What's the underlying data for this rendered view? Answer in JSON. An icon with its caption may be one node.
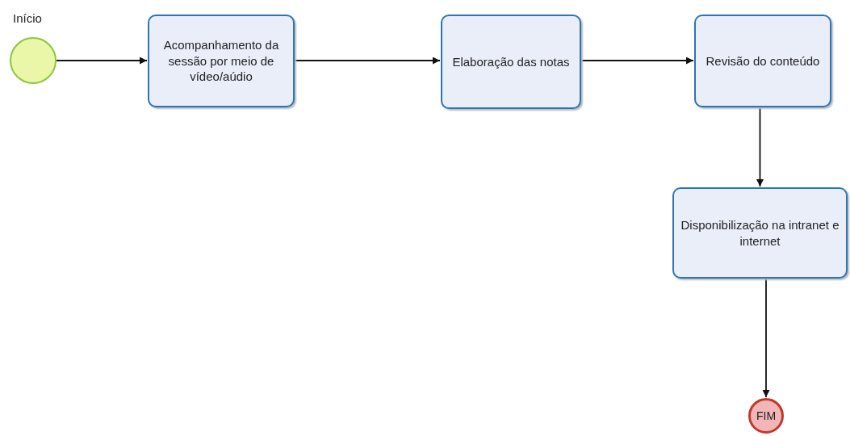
{
  "diagram": {
    "nodes": [
      {
        "text": [
          "Início"
        ]
      },
      {
        "text": [
          "Acompanhamento da sessão por meio de vídeo/aúdio"
        ]
      },
      {
        "text": [
          "Elaboração das notas"
        ]
      },
      {
        "text": [
          "Revisão do conteúdo"
        ]
      },
      {
        "text": [
          "Disponibilização  na intranet e internet"
        ]
      },
      {
        "text": [
          "FIM"
        ]
      }
    ],
    "edges": [
      {
        "from": 0,
        "to": 1,
        "arrow": "to"
      },
      {
        "from": 1,
        "to": 2,
        "arrow": "to"
      },
      {
        "from": 2,
        "to": 3,
        "arrow": "to"
      },
      {
        "from": 3,
        "to": 4,
        "arrow": "to"
      },
      {
        "from": 4,
        "to": 5,
        "arrow": "to"
      }
    ]
  }
}
